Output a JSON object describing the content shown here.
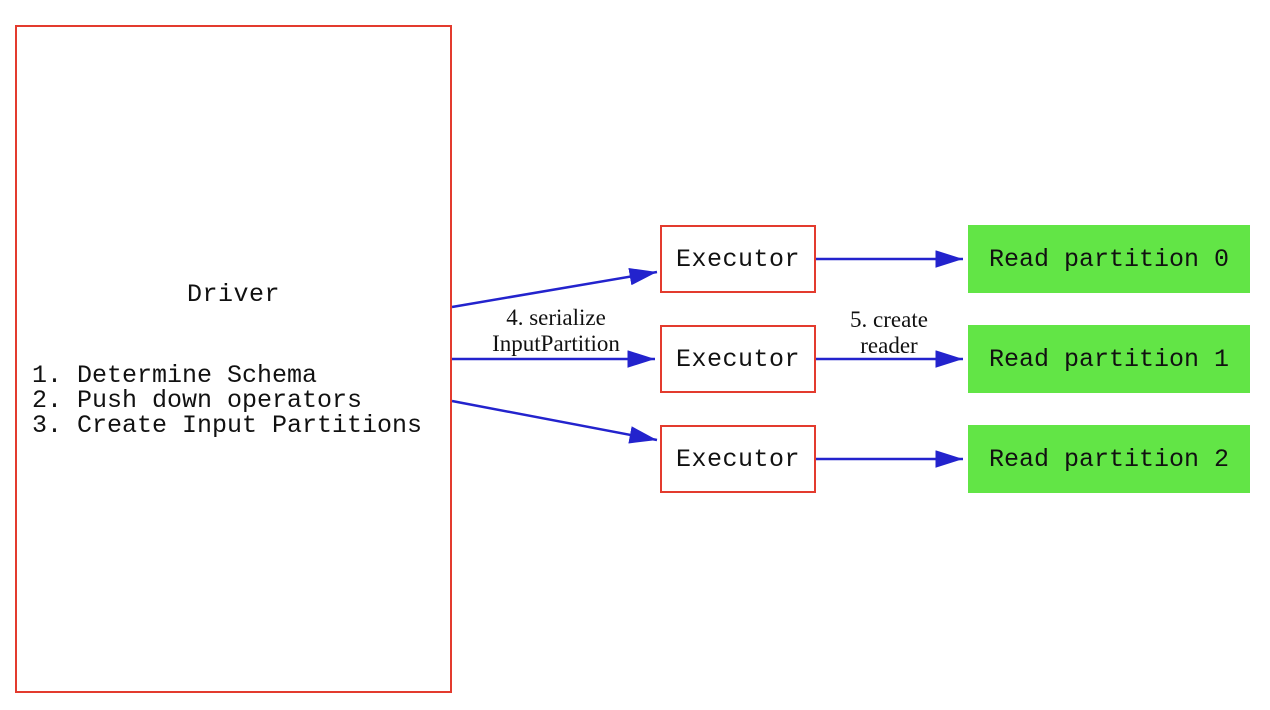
{
  "diagram": {
    "driver": {
      "title": "Driver",
      "steps": [
        "1. Determine Schema",
        "2. Push down operators",
        "3. Create Input Partitions"
      ]
    },
    "executors": [
      {
        "label": "Executor"
      },
      {
        "label": "Executor"
      },
      {
        "label": "Executor"
      }
    ],
    "partitions": [
      {
        "label": "Read partition 0"
      },
      {
        "label": "Read partition 1"
      },
      {
        "label": "Read partition 2"
      }
    ],
    "edge_labels": {
      "serialize": {
        "line1": "4. serialize",
        "line2": "InputPartition"
      },
      "create_reader": {
        "line1": "5. create",
        "line2": "reader"
      }
    },
    "colors": {
      "box_border_red": "#e33b2e",
      "arrow_blue": "#2323cd",
      "partition_green": "#62e546",
      "text_black": "#111111",
      "background": "#ffffff"
    }
  }
}
